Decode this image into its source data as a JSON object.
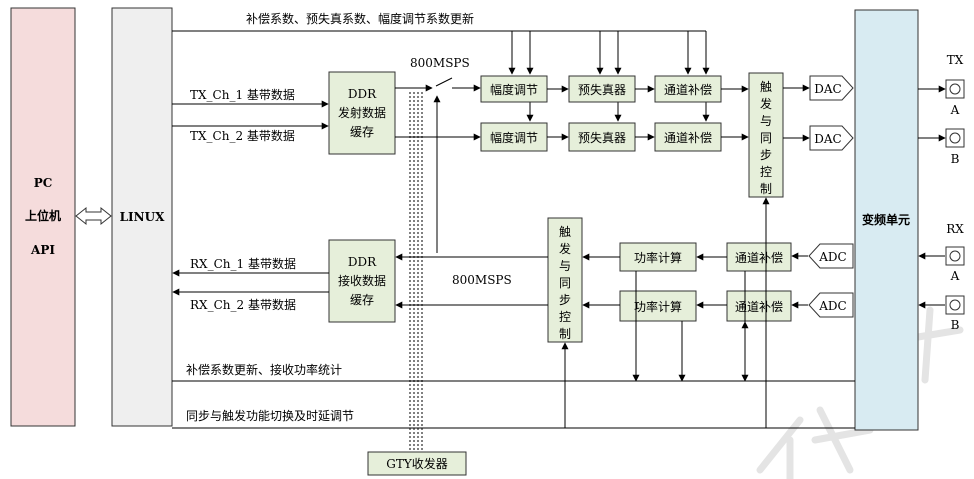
{
  "pc": {
    "line1": "PC",
    "line2": "上位机",
    "line3": "API"
  },
  "linux": "LINUX",
  "conv_unit": "变频单元",
  "top_bus": "补偿系数、预失真系数、幅度调节系数更新",
  "tx_ch1": "TX_Ch_1 基带数据",
  "tx_ch2": "TX_Ch_2 基带数据",
  "rx_ch1": "RX_Ch_1 基带数据",
  "rx_ch2": "RX_Ch_2 基带数据",
  "ddr_tx": {
    "l1": "DDR",
    "l2": "发射数据",
    "l3": "缓存"
  },
  "ddr_rx": {
    "l1": "DDR",
    "l2": "接收数据",
    "l3": "缓存"
  },
  "sps_tx": "800MSPS",
  "sps_rx": "800MSPS",
  "amp_adj": "幅度调节",
  "predist": "预失真器",
  "chan_comp": "通道补偿",
  "power_calc": "功率计算",
  "trig_sync": [
    "触",
    "发",
    "与",
    "同",
    "步",
    "控",
    "制"
  ],
  "dac": "DAC",
  "adc": "ADC",
  "tx_label": "TX",
  "rx_label": "RX",
  "port_a": "A",
  "port_b": "B",
  "bus_rx": "补偿系数更新、接收功率统计",
  "bus_sync": "同步与触发功能切换及时延调节",
  "gty": "GTY收发器",
  "colors": {
    "pc_fill": "#f5dcdc",
    "linux_fill": "#efefef",
    "block_fill": "#e6efda",
    "conv_fill": "#d8ebf2"
  }
}
